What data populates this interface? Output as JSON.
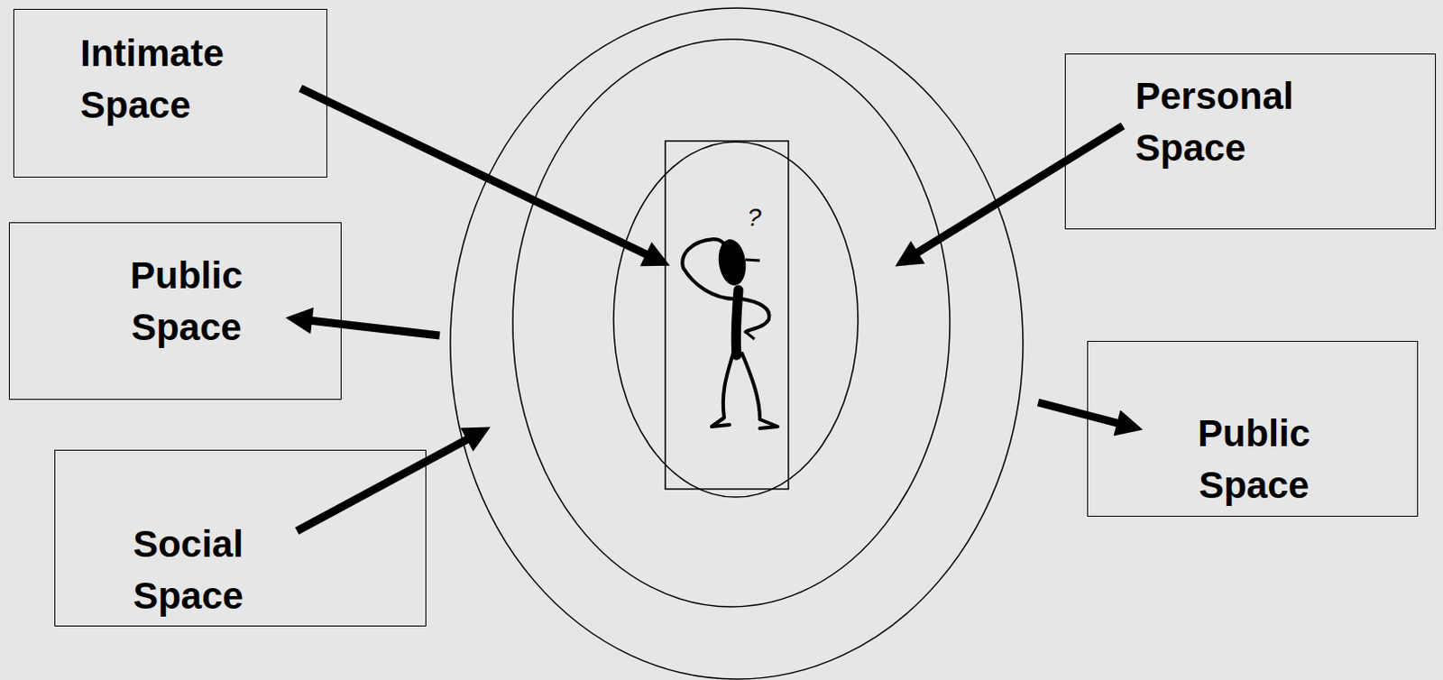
{
  "diagram": {
    "nodes": [
      {
        "text": [
          "Intimate Space"
        ]
      },
      {
        "text": [
          "Personal Space"
        ]
      },
      {
        "text": [
          "Public Space"
        ]
      },
      {
        "text": [
          "Public Space"
        ]
      },
      {
        "text": [
          "Social Space"
        ]
      }
    ],
    "labels": [
      "?"
    ]
  }
}
